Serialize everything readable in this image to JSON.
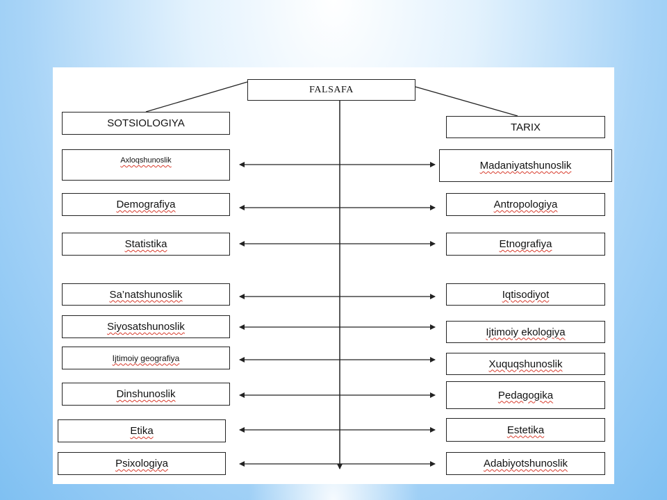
{
  "diagram": {
    "root": "FALSAFA",
    "left_header": "SOTSIOLOGIYA",
    "right_header": "TARIX",
    "left_items": [
      "Axloqshunoslik",
      "Demografiya",
      "Statistika",
      "Sa’natshunoslik",
      "Siyosatshunoslik",
      "Ijtimoiy geografiya",
      "Dinshunoslik",
      "Etika",
      "Psixologiya"
    ],
    "right_items": [
      "Madaniyatshunoslik",
      "Antropologiya",
      "Etnografiya",
      "Iqtisodiyot",
      "Ijtimoiy ekologiya",
      "Xuquqshunoslik",
      "Pedagogika",
      "Estetika",
      "Adabiyotshunoslik"
    ]
  },
  "colors": {
    "background": "#a8d4f7",
    "panel": "#ffffff",
    "line": "#222222",
    "spellcheck_underline": "#d83a2b"
  }
}
